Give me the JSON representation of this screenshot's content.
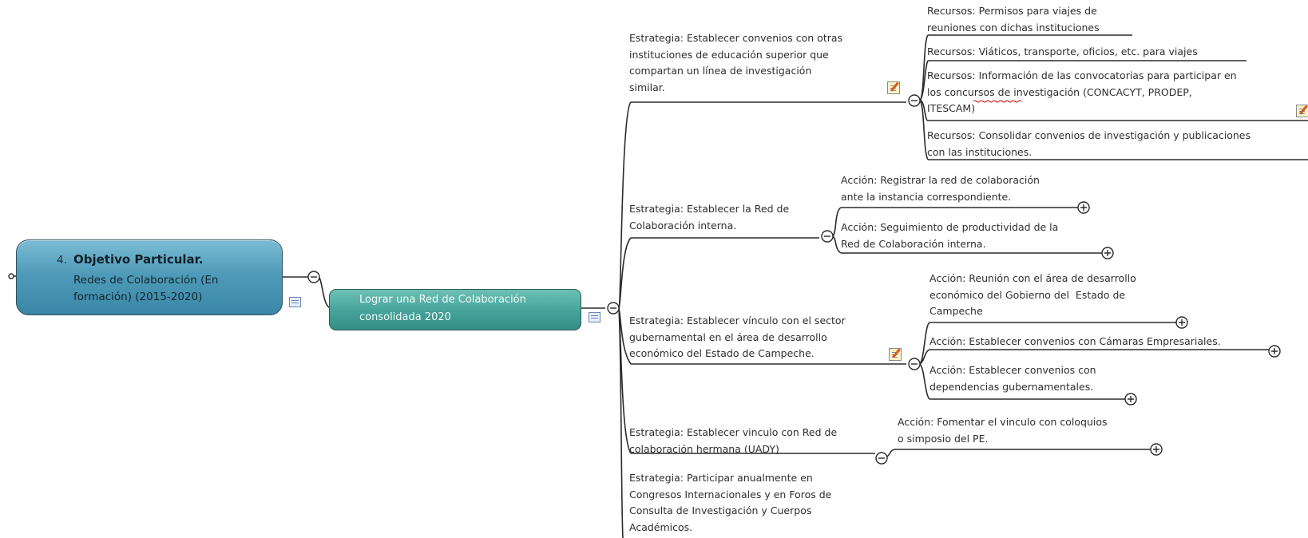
{
  "root": {
    "number": "4.",
    "title": "Objetivo Particular.",
    "subtitle": "Redes de Colaboración (En\nformación) (2015-2020)"
  },
  "goal": {
    "text": "Lograr una Red de Colaboración\nconsolidada 2020"
  },
  "strategies": [
    {
      "text": "Estrategia: Establecer convenios con otras\ninstituciones de educación superior que\ncompartan un línea de investigación\nsimilar.",
      "has_note": true,
      "children": [
        {
          "text": "Recursos: Permisos para viajes de\nreuniones con dichas instituciones"
        },
        {
          "text": "Recursos: Viáticos, transporte, oficios, etc. para viajes"
        },
        {
          "text": "Recursos: Información de las convocatorias para participar en\nlos concursos de investigación (CONCACYT, PRODEP,\nITESCAM)",
          "has_note": true
        },
        {
          "text": "Recursos: Consolidar convenios de investigación y publicaciones\ncon las instituciones."
        }
      ]
    },
    {
      "text": "Estrategia: Establecer la Red de\nColaboración interna.",
      "children": [
        {
          "text": "Acción: Registrar la red de colaboración\nante la instancia correspondiente."
        },
        {
          "text": "Acción: Seguimiento de productividad de la\nRed de Colaboración interna."
        }
      ]
    },
    {
      "text": "Estrategia: Establecer vínculo con el sector\ngubernamental en el área de desarrollo\neconómico del Estado de Campeche.",
      "has_note": true,
      "children": [
        {
          "text": "Acción: Reunión con el área de desarrollo\neconómico del Gobierno del  Estado de\nCampeche"
        },
        {
          "text": "Acción: Establecer convenios con Cámaras Empresariales."
        },
        {
          "text": "Acción: Establecer convenios con\ndependencias gubernamentales."
        }
      ]
    },
    {
      "text": "Estrategia: Establecer vinculo con Red de\ncolaboración hermana (UADY)",
      "children": [
        {
          "text": "Acción: Fomentar el vinculo con coloquios\no simposio del PE."
        }
      ]
    },
    {
      "text": "Estrategia: Participar anualmente en\nCongresos Internacionales y en Foros de\nConsulta de Investigación y Cuerpos\nAcadémicos.",
      "children": []
    }
  ],
  "colors": {
    "line": "#2b2b2b",
    "root_fill": "#4f9bb9",
    "goal_fill": "#44a39a",
    "text": "#2e2e2e",
    "spellcheck": "#d40000"
  }
}
